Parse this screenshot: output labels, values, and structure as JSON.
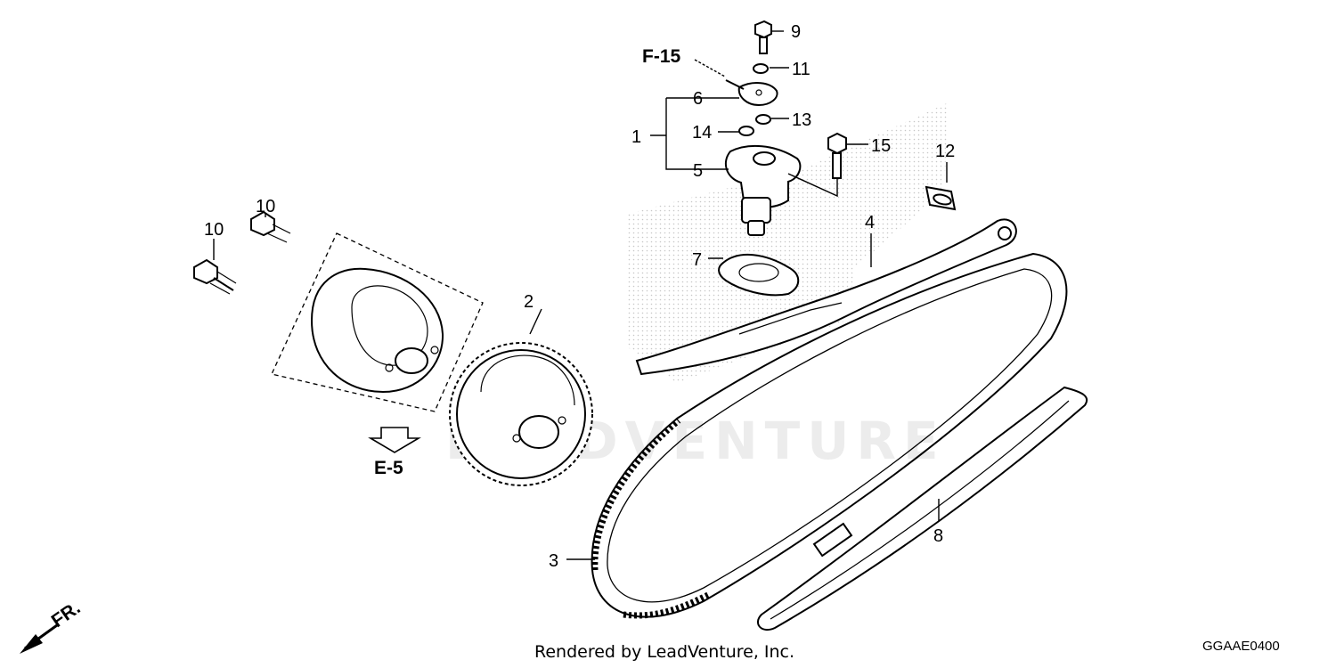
{
  "watermark": "LEADVENTURE",
  "callouts": [
    {
      "id": "c1",
      "text": "1"
    },
    {
      "id": "c2",
      "text": "2"
    },
    {
      "id": "c3",
      "text": "3"
    },
    {
      "id": "c4",
      "text": "4"
    },
    {
      "id": "c5",
      "text": "5"
    },
    {
      "id": "c6",
      "text": "6"
    },
    {
      "id": "c7",
      "text": "7"
    },
    {
      "id": "c8",
      "text": "8"
    },
    {
      "id": "c9",
      "text": "9"
    },
    {
      "id": "c10a",
      "text": "10"
    },
    {
      "id": "c10b",
      "text": "10"
    },
    {
      "id": "c11",
      "text": "11"
    },
    {
      "id": "c12",
      "text": "12"
    },
    {
      "id": "c13",
      "text": "13"
    },
    {
      "id": "c14",
      "text": "14"
    },
    {
      "id": "c15",
      "text": "15"
    }
  ],
  "refs": {
    "f15": "F-15",
    "e5": "E-5",
    "front": "FR."
  },
  "footer": {
    "credit": "Rendered by LeadVenture, Inc.",
    "code": "GGAAE0400"
  }
}
